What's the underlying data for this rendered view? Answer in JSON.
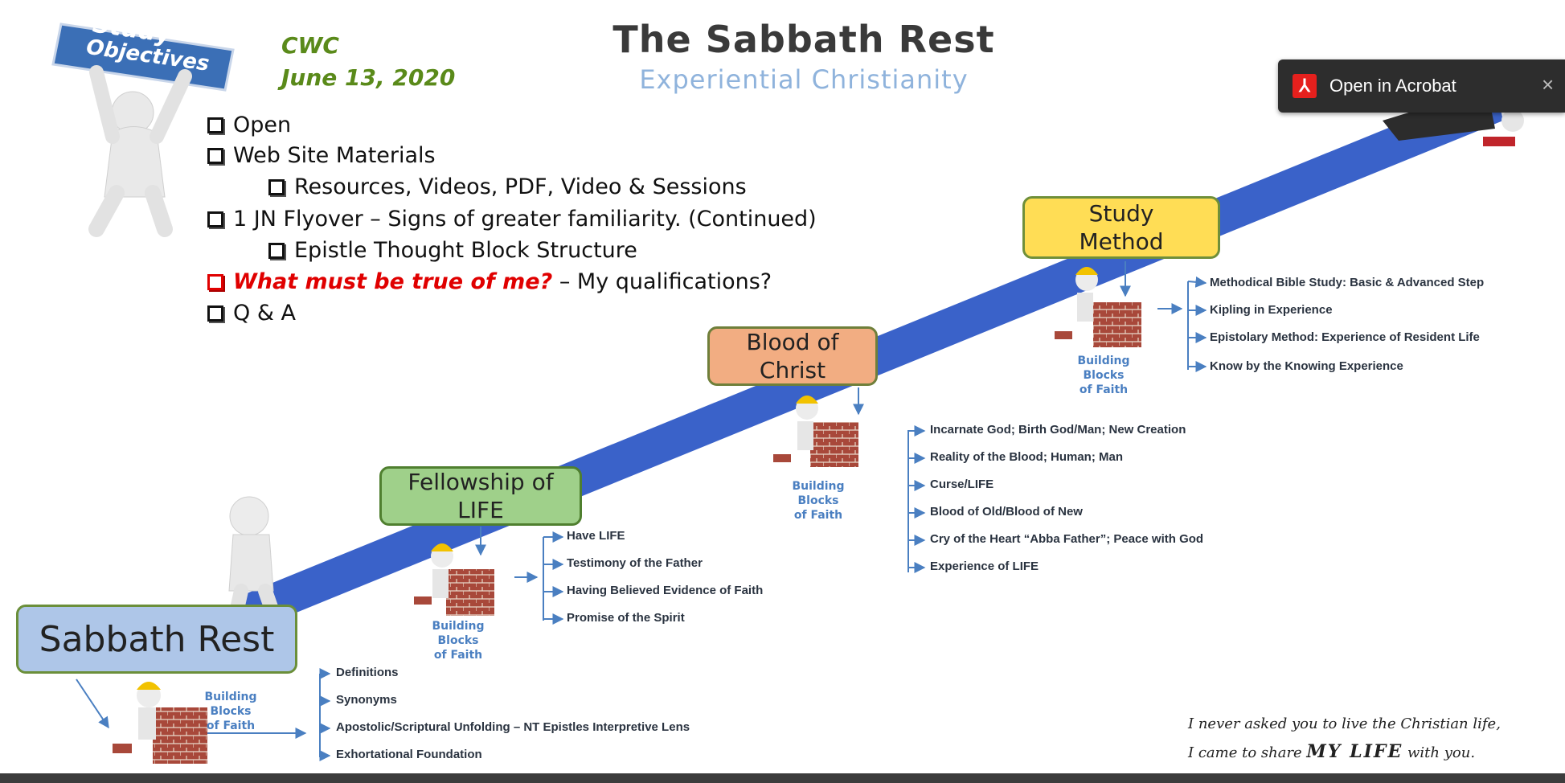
{
  "header": {
    "title": "The Sabbath Rest",
    "subtitle": "Experiential Christianity",
    "org": "CWC",
    "date": "June 13, 2020",
    "badge_line1": "Study",
    "badge_line2": "Objectives"
  },
  "objectives": [
    {
      "text": "Open",
      "indent": 0
    },
    {
      "text": "Web Site Materials",
      "indent": 0
    },
    {
      "text": "Resources, Videos, PDF, Video & Sessions",
      "indent": 1
    },
    {
      "text": "1 JN Flyover – Signs of greater familiarity. (Continued)",
      "indent": 0
    },
    {
      "text": "Epistle Thought Block Structure",
      "indent": 1
    },
    {
      "text_red": "What must be true of me?",
      "text": " – My qualifications?",
      "indent": 0
    },
    {
      "text": "Q & A",
      "indent": 0
    }
  ],
  "stages": {
    "sabbath": {
      "label": "Sabbath Rest"
    },
    "fellowship": {
      "label": "Fellowship of LIFE"
    },
    "blood": {
      "label": "Blood of Christ"
    },
    "study": {
      "label": "Study Method"
    }
  },
  "building_blocks_label_line1": "Building Blocks",
  "building_blocks_label_line2": "of Faith",
  "branches": {
    "sabbath": [
      "Definitions",
      "Synonyms",
      "Apostolic/Scriptural Unfolding – NT Epistles Interpretive Lens",
      "Exhortational Foundation"
    ],
    "fellowship": [
      "Have LIFE",
      "Testimony of the Father",
      "Having Believed Evidence of Faith",
      "Promise of the Spirit"
    ],
    "blood": [
      "Incarnate God; Birth God/Man; New Creation",
      "Reality of the Blood; Human; Man",
      "Curse/LIFE",
      "Blood of Old/Blood of New",
      "Cry of the Heart “Abba Father”; Peace with God",
      "Experience of LIFE"
    ],
    "study": [
      "Methodical Bible Study: Basic & Advanced Step",
      "Kipling in Experience",
      "Epistolary Method: Experience of Resident Life",
      "Know by the Knowing Experience"
    ]
  },
  "quote": {
    "line1": "I never asked you to live the Christian life,",
    "line2_pre": "I came to share ",
    "line2_bold": "MY LIFE",
    "line2_post": " with you."
  },
  "acrobat": {
    "label": "Open in Acrobat",
    "close": "×"
  },
  "colors": {
    "ramp": "#3a62c9",
    "branch_line": "#4a7fc1",
    "sabbath_fill": "#aec6e8",
    "fellowship_fill": "#9fd08a",
    "blood_fill": "#f2ad82",
    "study_fill": "#ffdd55",
    "green_text": "#5a8a1a",
    "red_text": "#e00000"
  }
}
